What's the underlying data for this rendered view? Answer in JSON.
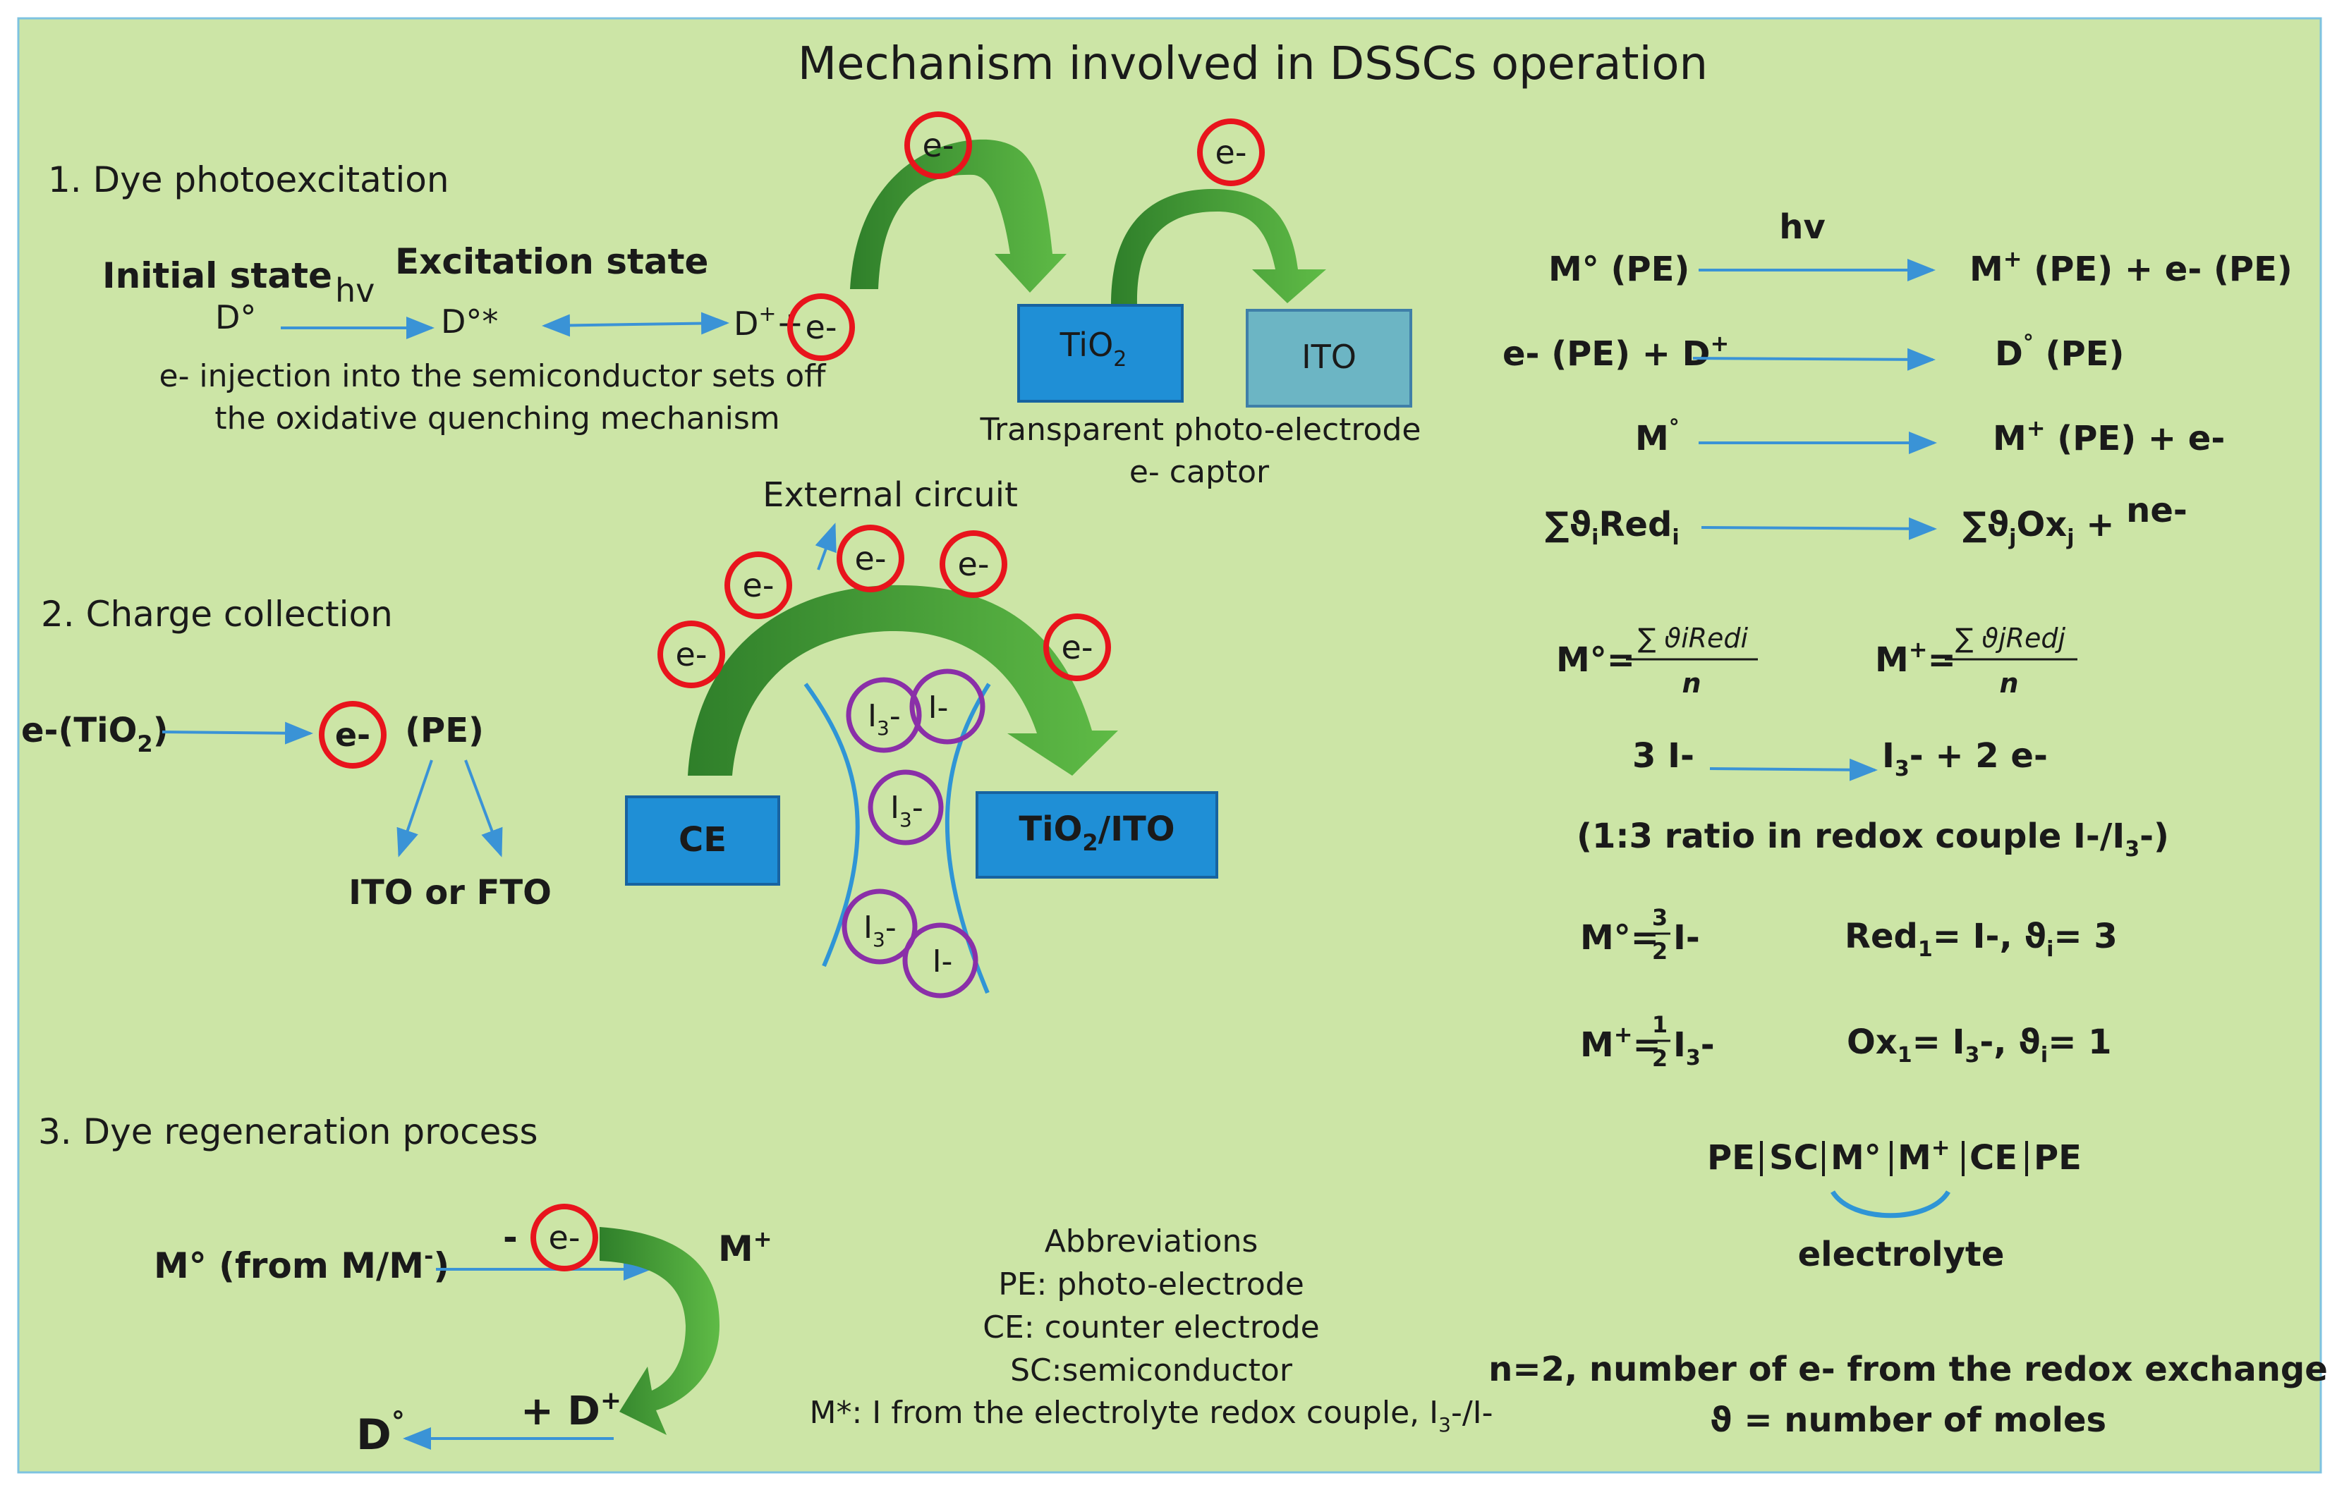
{
  "title": "Mechanism involved in DSSCs operation",
  "colors": {
    "background": "#cce5a6",
    "electron_ring": "#e8141c",
    "iodine_ring": "#8a2fa8",
    "arrow_green": "#3f9a35",
    "arrow_blue": "#3a93d6",
    "box_blue": "#1f8fd6",
    "box_teal": "#6cb5c4"
  },
  "sections": {
    "photoexcitation": {
      "heading": "1. Dye photoexcitation",
      "initial_state_label": "Initial state",
      "excitation_state_label": "Excitation state",
      "hv": "hv",
      "d0": "D°",
      "d0_star": "D°*",
      "d_plus": "D",
      "d_plus_sup": "+",
      "plus": "+",
      "injection_line1": "e- injection into the semiconductor sets off",
      "injection_line2": "the oxidative quenching mechanism"
    },
    "electrodes": {
      "tio2": "TiO",
      "tio2_sub": "2",
      "ito": "ITO",
      "caption_line1": "Transparent photo-electrode",
      "caption_line2": "e- captor"
    },
    "charge_collection": {
      "heading": "2. Charge collection",
      "source": "e-(TiO",
      "source_sub": "2",
      "source_close": ")",
      "pe": "(PE)",
      "destination": "ITO or FTO",
      "external_circuit": "External circuit",
      "ce": "CE",
      "tio2_ito": "TiO",
      "tio2_ito_sub": "2",
      "tio2_ito_rest": "/ITO",
      "i3": "I",
      "i3_sub": "3",
      "i3_suffix": "-",
      "i_minus": "I-"
    },
    "regeneration": {
      "heading": "3. Dye regeneration process",
      "m0": "M° (from M/M",
      "m0_sup": "-",
      "m0_close": ")",
      "dash": "-",
      "m_plus": "M",
      "m_plus_sup": "+",
      "plus_d": "+ D",
      "plus_d_sup": "+",
      "d_final": "D",
      "d_final_sup": "°"
    },
    "electron_label": "e-"
  },
  "abbreviations": {
    "heading": "Abbreviations",
    "pe": "PE: photo-electrode",
    "ce": "CE: counter electrode",
    "sc": "SC:semiconductor",
    "m_star": "M*: I from the electrolyte redox couple, I",
    "m_star_sub": "3",
    "m_star_tail": "-/I-"
  },
  "equations": {
    "hv": "hv",
    "eq1_left": "M° (PE)",
    "eq1_right_a": "M",
    "eq1_right_sup": "+",
    "eq1_right_b": " (PE) + e- (PE)",
    "eq2_left_a": "e- (PE) + D",
    "eq2_left_sup": "+",
    "eq2_right_a": "D",
    "eq2_right_sup": "°",
    "eq2_right_b": " (PE)",
    "eq3_left_a": "M",
    "eq3_left_sup": "°",
    "eq3_right_a": "M",
    "eq3_right_sup": "+",
    "eq3_right_b": " (PE) + e-",
    "eq4_left_a": "∑ϑ",
    "eq4_left_sub": "i",
    "eq4_left_b": "Red",
    "eq4_left_sub2": "i",
    "eq4_right_a": "∑ϑ",
    "eq4_right_sub": "j",
    "eq4_right_b": "Ox",
    "eq4_right_sub2": "j",
    "eq4_right_c": " + ",
    "eq4_right_sup": "ne-",
    "frac1_lhs": "M°=",
    "frac1_num": "∑ ϑiRedi",
    "frac1_den": "n",
    "frac2_lhs": "M",
    "frac2_lhs_sup": "+",
    "frac2_eq": "=",
    "frac2_num": "∑ ϑjRedj",
    "frac2_den": "n",
    "eq5_left": "3 I-",
    "eq5_right_a": "I",
    "eq5_right_sub": "3",
    "eq5_right_b": "- + 2 e-",
    "ratio_a": "(1:3 ratio in redox couple I-/I",
    "ratio_sub": "3",
    "ratio_b": "-)",
    "m0_frac_lhs": "M°=",
    "m0_frac_num": "3",
    "m0_frac_den": "2",
    "m0_frac_tail": " I-",
    "red1_a": "Red",
    "red1_sub": "1",
    "red1_b": "= I-, ϑ",
    "red1_sub2": "i",
    "red1_c": "= 3",
    "mplus_frac_lhs": "M",
    "mplus_frac_sup": "+",
    "mplus_frac_eq": "=",
    "mplus_frac_num": "1",
    "mplus_frac_den": "2",
    "mplus_frac_tail_a": " I",
    "mplus_frac_tail_sub": "3",
    "mplus_frac_tail_b": "-",
    "ox1_a": "Ox",
    "ox1_sub": "1",
    "ox1_b": "= I",
    "ox1_sub2": "3",
    "ox1_c": "-, ϑ",
    "ox1_sub3": "i",
    "ox1_d": "= 1",
    "cell_a": "PE",
    "cell_b": "SC",
    "cell_c": "M°",
    "cell_d": "M",
    "cell_d_sup": "+",
    "cell_e": "CE",
    "cell_f": "PE",
    "electrolyte": "electrolyte",
    "note1": "n=2, number of e- from the redox exchange",
    "note2": "ϑ = number of moles"
  }
}
